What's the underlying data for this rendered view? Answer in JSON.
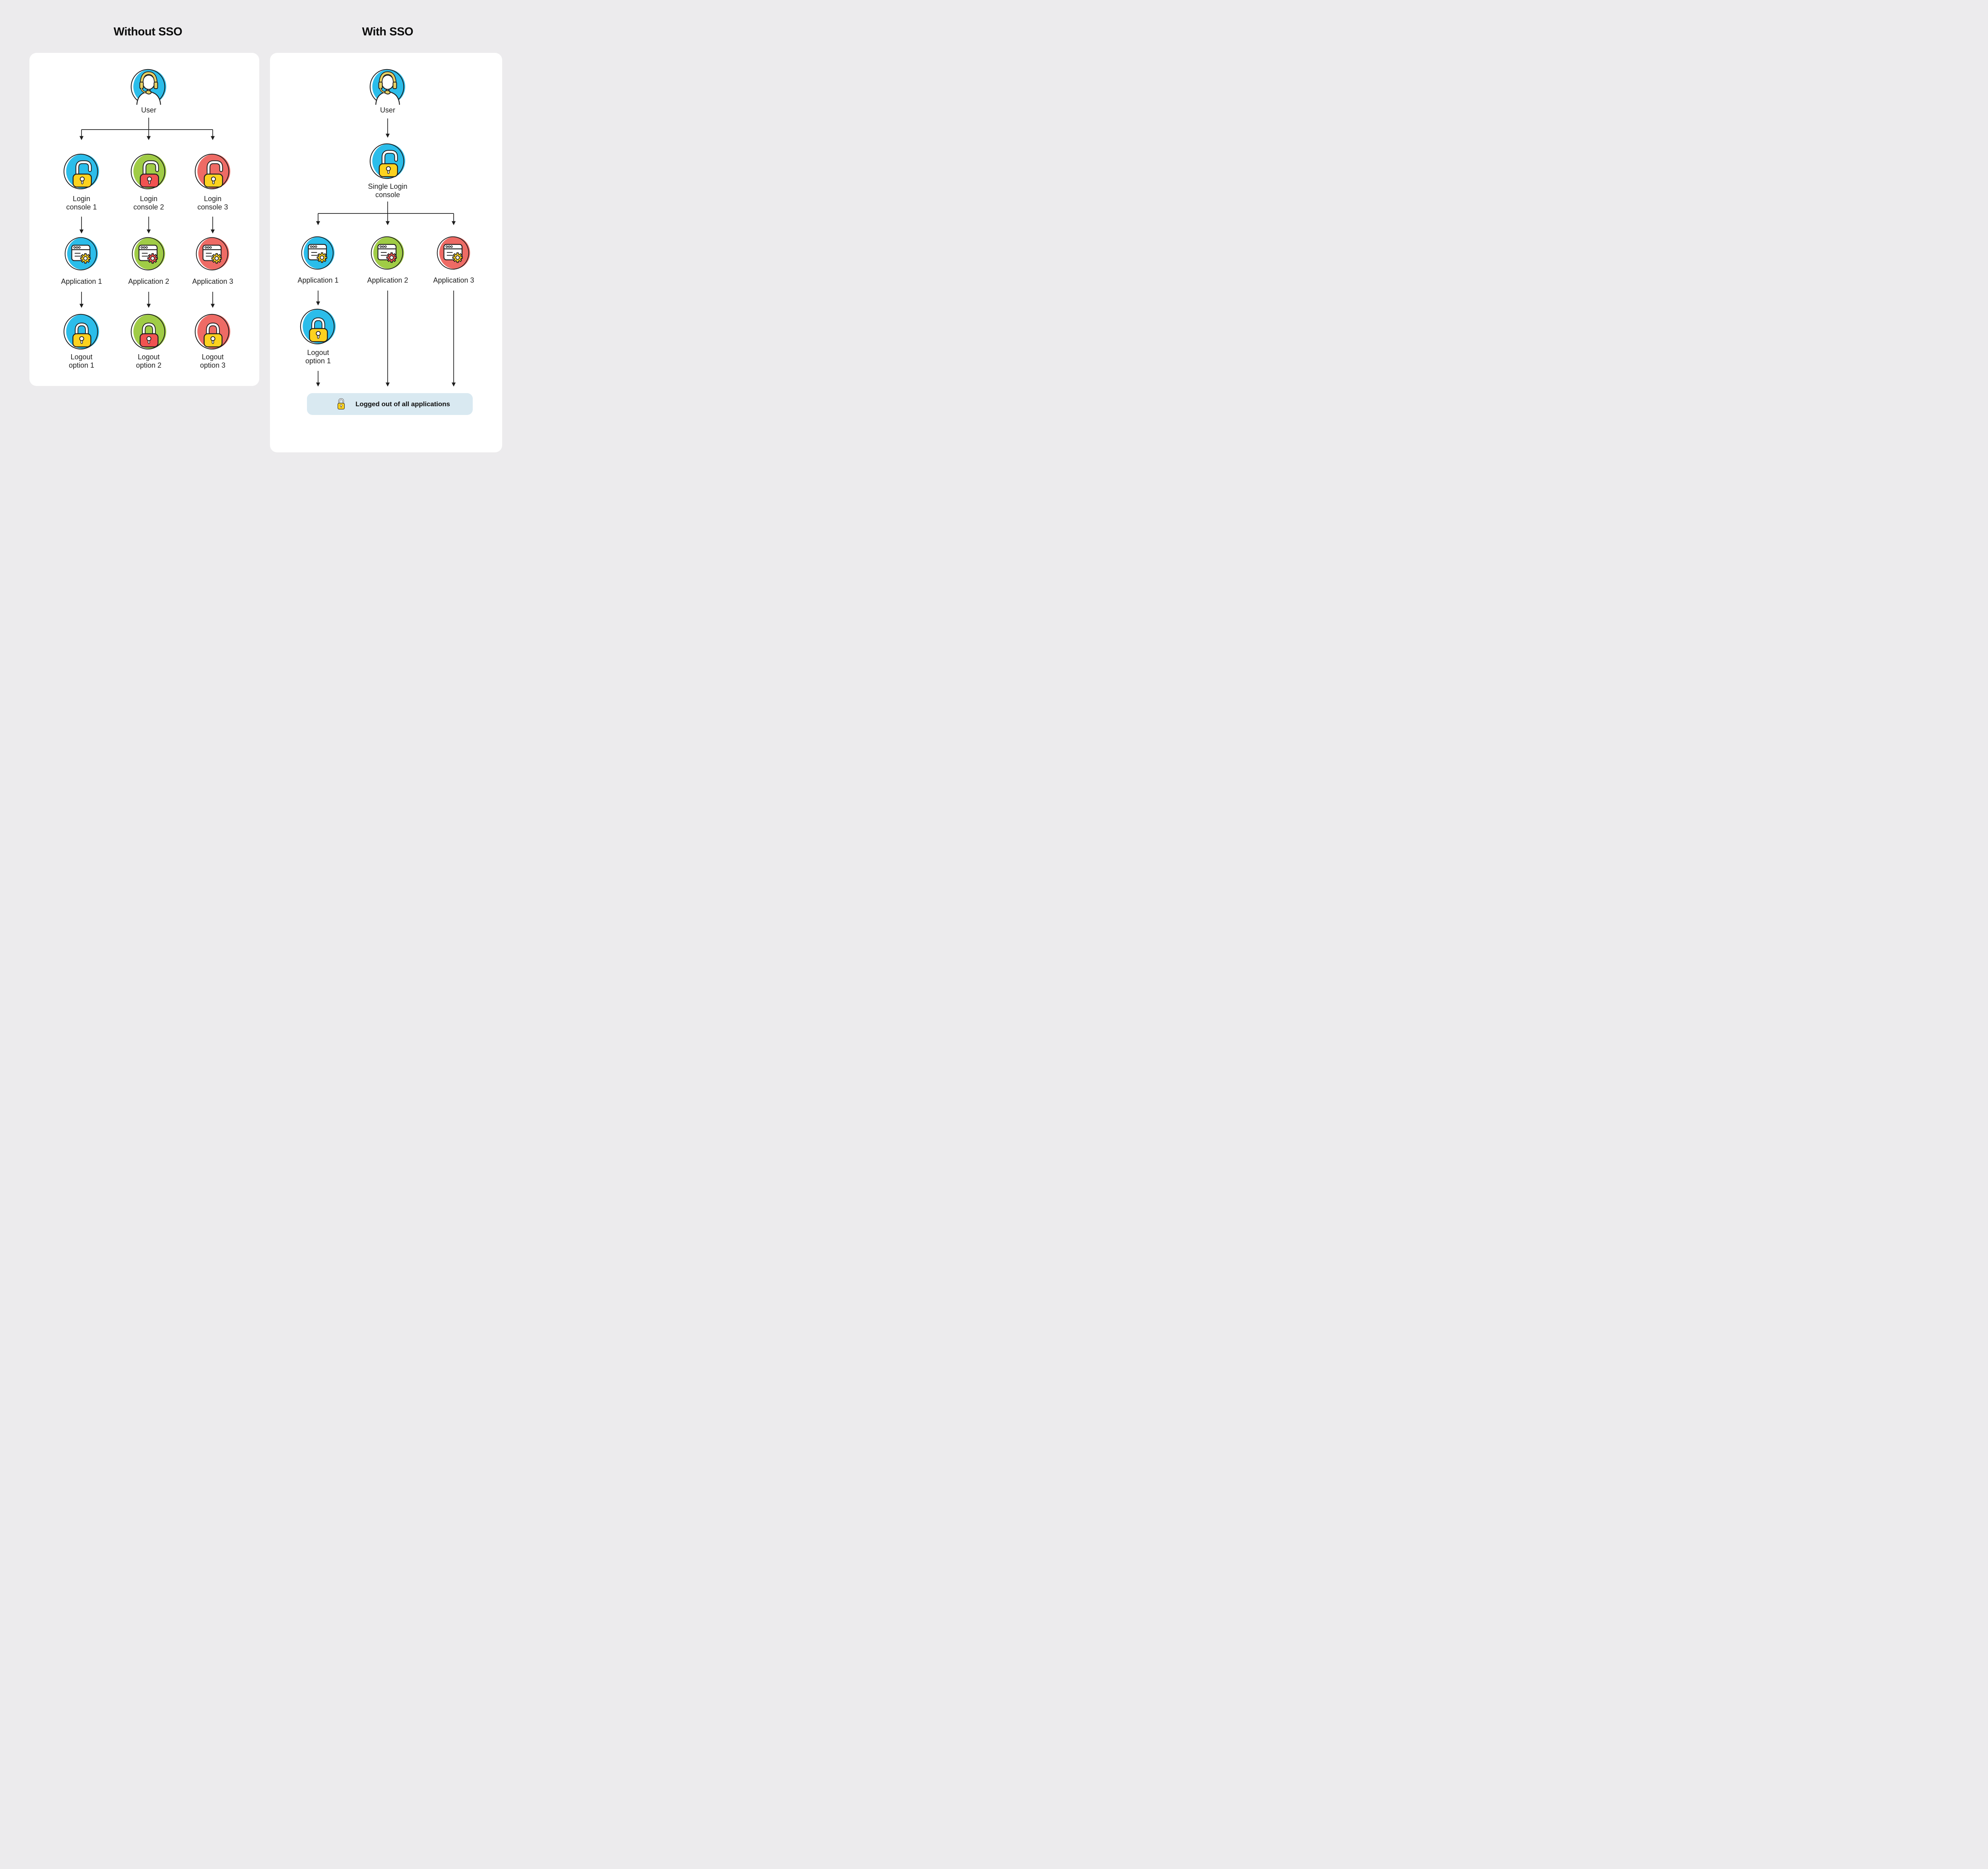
{
  "background": "#ecebed",
  "panel_bg": "#ffffff",
  "ink": "#1d1d1d",
  "palette": {
    "blue": "#2bbdea",
    "green": "#a0cc46",
    "red": "#ee6b65",
    "yellow": "#fcd21f",
    "red_accent": "#f15351",
    "headset_yellow": "#e6d165",
    "banner_blue": "#d9e9f1"
  },
  "left_panel": {
    "title": "Without SSO",
    "user": {
      "label": "User",
      "circle_color": "#2bbdea",
      "headset_color": "#e6d165"
    },
    "login_consoles": [
      {
        "line1": "Login",
        "line2": "console 1",
        "circle_color": "#2bbdea",
        "lock_color": "#fcd21f"
      },
      {
        "line1": "Login",
        "line2": "console 2",
        "circle_color": "#a0cc46",
        "lock_color": "#f15351"
      },
      {
        "line1": "Login",
        "line2": "console 3",
        "circle_color": "#ee6b65",
        "lock_color": "#fcd21f"
      }
    ],
    "applications": [
      {
        "label": "Application 1",
        "circle_color": "#2bbdea",
        "gear_color": "#fcd21f"
      },
      {
        "label": "Application 2",
        "circle_color": "#a0cc46",
        "gear_color": "#f15351"
      },
      {
        "label": "Application 3",
        "circle_color": "#ee6b65",
        "gear_color": "#fcd21f"
      }
    ],
    "logout_options": [
      {
        "line1": "Logout",
        "line2": "option 1",
        "circle_color": "#2bbdea",
        "lock_color": "#fcd21f"
      },
      {
        "line1": "Logout",
        "line2": "option 2",
        "circle_color": "#a0cc46",
        "lock_color": "#f15351"
      },
      {
        "line1": "Logout",
        "line2": "option 3",
        "circle_color": "#ee6b65",
        "lock_color": "#fcd21f"
      }
    ]
  },
  "right_panel": {
    "title": "With SSO",
    "user": {
      "label": "User",
      "circle_color": "#2bbdea",
      "headset_color": "#e6d165"
    },
    "login_console": {
      "line1": "Single Login",
      "line2": "console",
      "circle_color": "#2bbdea",
      "lock_color": "#fcd21f"
    },
    "applications": [
      {
        "label": "Application 1",
        "circle_color": "#2bbdea",
        "gear_color": "#fcd21f"
      },
      {
        "label": "Application 2",
        "circle_color": "#a0cc46",
        "gear_color": "#f15351"
      },
      {
        "label": "Application 3",
        "circle_color": "#ee6b65",
        "gear_color": "#fcd21f"
      }
    ],
    "logout_option": {
      "line1": "Logout",
      "line2": "option 1",
      "circle_color": "#2bbdea",
      "lock_color": "#fcd21f"
    },
    "banner": {
      "label": "Logged out of all applications",
      "bg": "#d9e9f1",
      "lock_color": "#fcd21f"
    }
  }
}
